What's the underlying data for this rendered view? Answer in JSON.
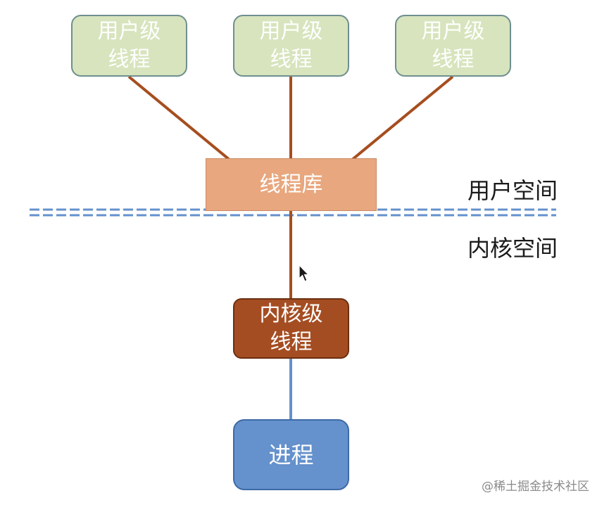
{
  "diagram": {
    "user_threads": [
      {
        "label": "用户级\n线程"
      },
      {
        "label": "用户级\n线程"
      },
      {
        "label": "用户级\n线程"
      }
    ],
    "thread_library": {
      "label": "线程库"
    },
    "kernel_thread": {
      "label": "内核级\n线程"
    },
    "process": {
      "label": "进程"
    },
    "user_space_label": "用户空间",
    "kernel_space_label": "内核空间",
    "colors": {
      "user_thread_fill": "#d7e4bd",
      "library_fill": "#e8a77e",
      "kernel_thread_fill": "#a54d22",
      "process_fill": "#6591cc",
      "connector_brown": "#a64e1f",
      "connector_blue": "#6591cc",
      "divider_blue": "#6591cc"
    }
  },
  "watermark": "@稀土掘金技术社区",
  "icons": {
    "cursor": "mouse-pointer-icon"
  }
}
